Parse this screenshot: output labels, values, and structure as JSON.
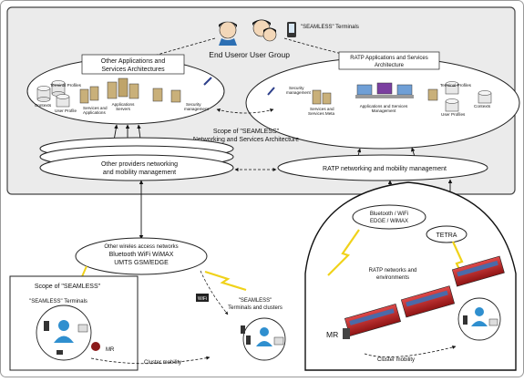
{
  "diagram": {
    "top": {
      "end_user": "End User",
      "or": "or",
      "user_group": "User Group",
      "terminals": "\"SEAMLESS\" Terminals"
    },
    "other_apps": {
      "title_line1": "Other Applications and",
      "title_line2": "Services Architectures",
      "terminal_profiles": "Terminal Profiles",
      "contexts": "Contexts",
      "user_profile": "User Profile",
      "services_apps_1": "Services and",
      "services_apps_2": "Applications",
      "applications": "Applications",
      "servers": "Servers",
      "security_1": "Security",
      "security_2": "management"
    },
    "ratp_apps": {
      "title_line1": "RATP Applications and Services",
      "title_line2": "Architecture",
      "security_1": "Security",
      "security_2": "management",
      "svc_meta_1": "Services and",
      "svc_meta_2": "Services Meta",
      "apps_mgmt_1": "Applications and Services",
      "apps_mgmt_2": "Management",
      "terminal_profiles": "Terminal Profiles",
      "user_profiles": "User Profiles",
      "contexts": "Contexts"
    },
    "scope_main_1": "Scope of \"SEAMLESS\"",
    "scope_main_2": "Networking and Services Architecture",
    "other_providers_1": "Other providers networking",
    "other_providers_2": "and mobility management",
    "ratp_networking": "RATP networking and mobility management",
    "bt_line1": "Bluetooth / WiFi",
    "bt_line2": "EDGE / WiMAX",
    "tetra": "TETRA",
    "other_wireless_1": "Other wireles access networks",
    "other_wireless_2": "Bluetooth   WiFi   WiMAX",
    "other_wireless_3": "UMTS   GSM/EDGE",
    "scope_small": "Scope of \"SEAMLESS\"",
    "scope_small_terminals": "\"SEAMLESS\" Terminals",
    "mr_small": "MR",
    "cluster_mobility_left": "Cluster mobility",
    "center_terminals_1": "\"SEAMLESS\"",
    "center_terminals_2": "Terminals and clusters",
    "ratp_env_1": "RATP networks and",
    "ratp_env_2": "environments",
    "mr_right": "MR",
    "cluster_mobility_right": "Cluster mobility",
    "wifi_badge": "WiFi"
  }
}
